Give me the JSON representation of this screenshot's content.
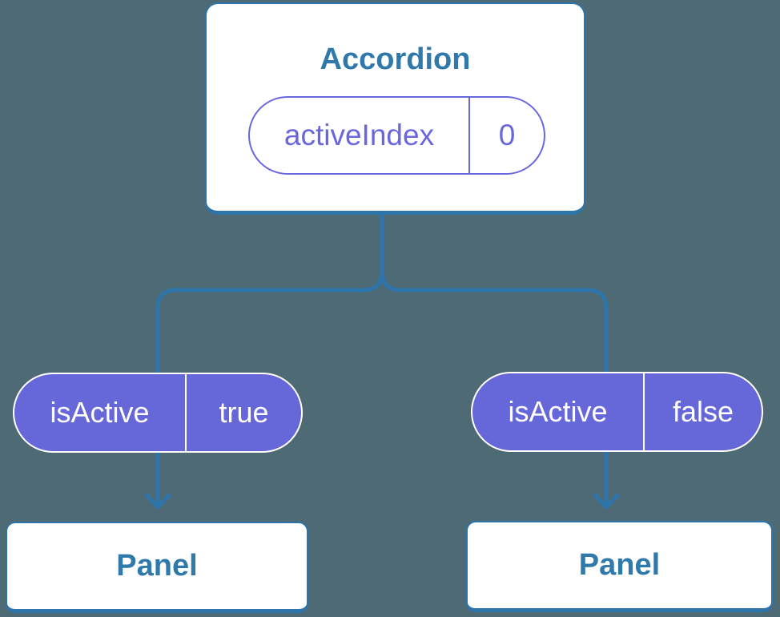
{
  "diagram": {
    "root": {
      "title": "Accordion",
      "state": {
        "name": "activeIndex",
        "value": "0"
      }
    },
    "children": [
      {
        "prop": {
          "name": "isActive",
          "value": "true"
        },
        "title": "Panel"
      },
      {
        "prop": {
          "name": "isActive",
          "value": "false"
        },
        "title": "Panel"
      }
    ]
  },
  "colors": {
    "background": "#4e6a75",
    "line": "#2c74a9",
    "blueText": "#2f79ab",
    "purpleText": "#6a67dc",
    "pillFill": "#6667d8",
    "cardBg": "#ffffff"
  }
}
